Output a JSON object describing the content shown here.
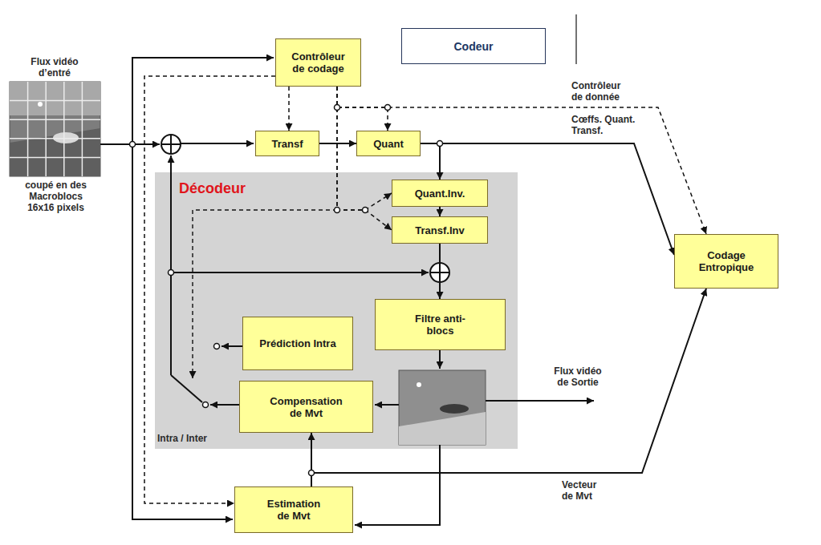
{
  "diagram": {
    "nodes": [
      {
        "text": [
          "Contrôleur de codage"
        ]
      },
      {
        "text": [
          "Codeur"
        ]
      },
      {
        "text": [
          "Transf"
        ]
      },
      {
        "text": [
          "Quant"
        ]
      },
      {
        "text": [
          "Décodeur"
        ]
      },
      {
        "text": [
          "Quant.Inv."
        ],
        "in": 4
      },
      {
        "text": [
          "Transf.Inv"
        ],
        "in": 4
      },
      {
        "text": [
          "Filtre anti-blocs"
        ],
        "in": 4
      },
      {
        "text": [
          "Prédiction Intra"
        ],
        "in": 4
      },
      {
        "text": [
          "Compensation de Mvt"
        ],
        "in": 4
      },
      {
        "text": [
          "Codage Entropique"
        ]
      },
      {
        "text": [
          "Estimation de Mvt"
        ]
      }
    ],
    "edges": [
      {
        "from": 2,
        "to": 3,
        "arrow": "to"
      },
      {
        "from": 3,
        "to": 5,
        "arrow": "to"
      },
      {
        "from": 5,
        "to": 6,
        "arrow": "to"
      },
      {
        "from": 6,
        "to": 7,
        "arrow": "to"
      },
      {
        "from": 3,
        "to": 10,
        "arrow": "to"
      },
      {
        "from": 0,
        "to": 2,
        "arrow": "to"
      },
      {
        "from": 0,
        "to": 3,
        "arrow": "to"
      },
      {
        "from": 0,
        "to": 5,
        "arrow": "to"
      },
      {
        "from": 0,
        "to": 6,
        "arrow": "to"
      },
      {
        "from": 0,
        "to": 10,
        "arrow": "to"
      },
      {
        "from": 0,
        "to": 11,
        "arrow": "to"
      },
      {
        "from": 11,
        "to": 9,
        "arrow": "to"
      },
      {
        "from": 11,
        "to": 10,
        "arrow": "to"
      }
    ],
    "labels": [
      "Flux vidéo d’entré",
      "coupé en des Macroblocs 16x16 pixels",
      "Contrôleur de donnée",
      "Cœffs. Quant. Transf.",
      "Flux vidéo de Sortie",
      "Vecteur de Mvt",
      "Intra / Inter"
    ]
  }
}
